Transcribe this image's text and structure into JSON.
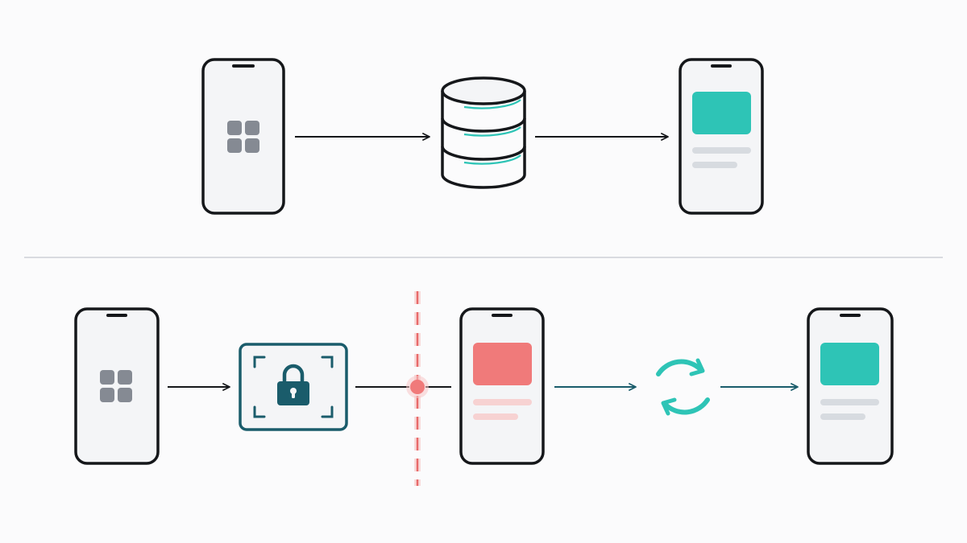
{
  "colors": {
    "background": "#fbfbfc",
    "outline": "#15171a",
    "phone_fill": "#f4f5f7",
    "app_tile": "#858a93",
    "divider": "#d9dbe0",
    "accent_teal": "#2ec4b6",
    "security_teal": "#1a5c6b",
    "error_red": "#f07a7a",
    "error_red_light": "#f7c6c6",
    "placeholder_line": "#d7dbe0"
  },
  "top_flow": {
    "steps": [
      {
        "id": "source-phone",
        "icon": "app-grid-icon"
      },
      {
        "id": "database",
        "icon": "database-icon"
      },
      {
        "id": "result-phone",
        "icon": "content-card-icon",
        "state": "success"
      }
    ]
  },
  "bottom_flow": {
    "steps": [
      {
        "id": "source-phone",
        "icon": "app-grid-icon"
      },
      {
        "id": "secure-capture",
        "icon": "lock-icon"
      },
      {
        "id": "boundary",
        "icon": "dashed-boundary-line",
        "state": "blocked"
      },
      {
        "id": "error-phone",
        "icon": "content-card-icon",
        "state": "error"
      },
      {
        "id": "sync",
        "icon": "refresh-icon"
      },
      {
        "id": "restored-phone",
        "icon": "content-card-icon",
        "state": "success"
      }
    ]
  }
}
